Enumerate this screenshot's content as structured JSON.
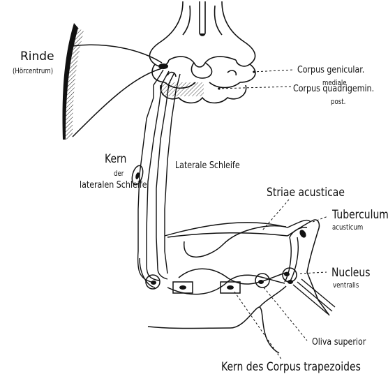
{
  "labels": {
    "rinde": "Rinde",
    "hoercentrum": "(Hörcentrum)",
    "corpus_geniculat": "Corpus genicular.",
    "mediale": "mediale",
    "corpus_quadrigemin": "Corpus quadrigemin.",
    "post": "post.",
    "kern": "Kern",
    "der": "der",
    "lateralen_schleife": "lateralen Schleife",
    "laterale_schleife": "Laterale Schleife",
    "striae_acusticae": "Striae acusticae",
    "tuberculum": "Tuberculum",
    "acusticum": "acusticum",
    "nucleus": "Nucleus",
    "ventralis": "ventralis",
    "oliva_superior": "Oliva superior",
    "kern_corpus_trapezoides": "Kern des Corpus trapezoides"
  },
  "colors": {
    "ink": "#111111",
    "paper": "#ffffff"
  }
}
